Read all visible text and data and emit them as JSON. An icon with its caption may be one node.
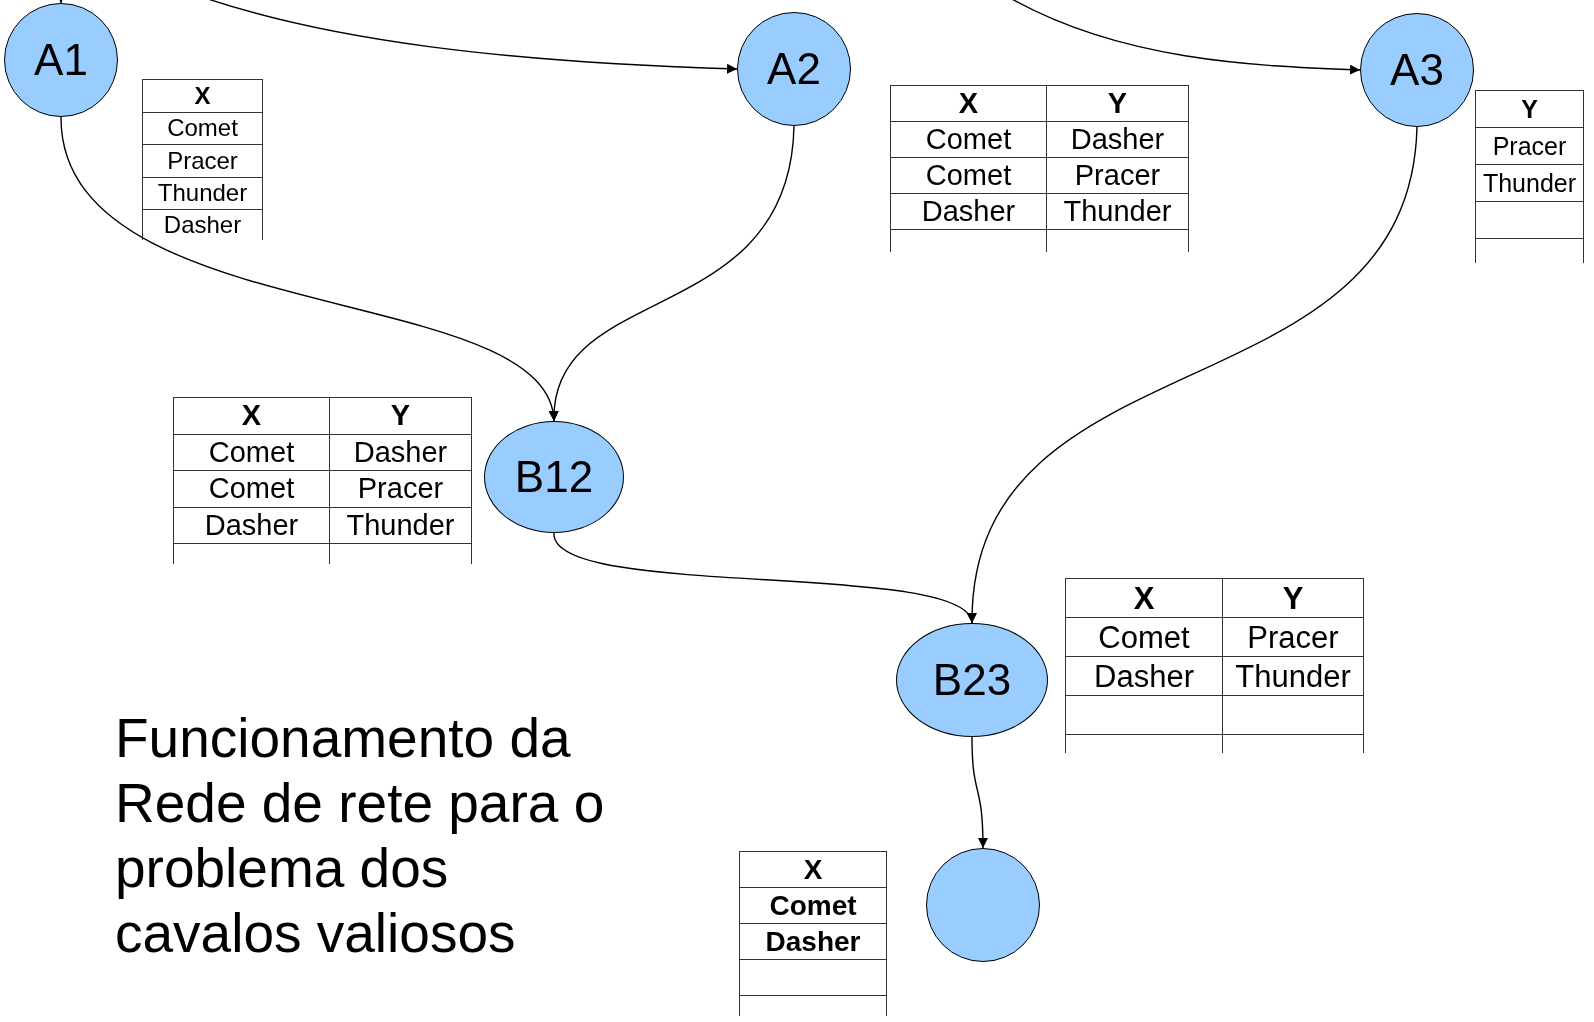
{
  "diagram": {
    "title": "Funcionamento da Rede de rete para o problema dos cavalos valiosos",
    "nodes": [
      {
        "text": [
          "A1"
        ]
      },
      {
        "text": [
          "A2"
        ]
      },
      {
        "text": [
          "A3"
        ]
      },
      {
        "text": [
          "B12"
        ]
      },
      {
        "text": [
          "B23"
        ]
      },
      {
        "text": [],
        "shape": "circle"
      }
    ],
    "edges": [
      {
        "from": null,
        "to": 0,
        "arrow": "to"
      },
      {
        "from": null,
        "to": 1,
        "arrow": "to"
      },
      {
        "from": null,
        "to": 2,
        "arrow": "to"
      },
      {
        "from": 0,
        "to": 3,
        "arrow": "to"
      },
      {
        "from": 1,
        "to": 3,
        "arrow": "to"
      },
      {
        "from": 2,
        "to": 4,
        "arrow": "to"
      },
      {
        "from": 3,
        "to": 4,
        "arrow": "to"
      },
      {
        "from": 4,
        "to": 5,
        "arrow": "to"
      }
    ],
    "labels": [
      "X",
      "Comet",
      "Pracer",
      "Thunder",
      "Dasher",
      "X",
      "Y",
      "Comet",
      "Dasher",
      "Comet",
      "Pracer",
      "Dasher",
      "Thunder",
      "Y",
      "Pracer",
      "Thunder",
      "X",
      "Y",
      "Comet",
      "Dasher",
      "Comet",
      "Pracer",
      "Dasher",
      "Thunder",
      "X",
      "Y",
      "Comet",
      "Pracer",
      "Dasher",
      "Thunder",
      "X",
      "Comet",
      "Dasher"
    ]
  }
}
